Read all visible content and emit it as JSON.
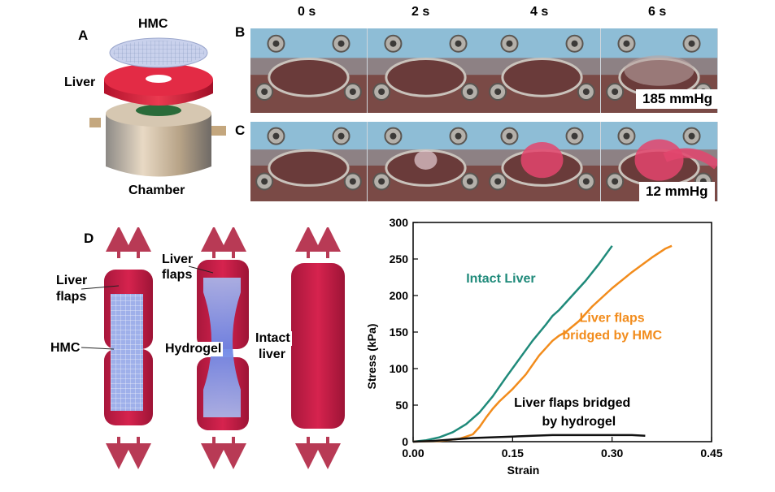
{
  "panels": {
    "a": "A",
    "b": "B",
    "c": "C",
    "d": "D"
  },
  "panel_a": {
    "hmc": "HMC",
    "liver": "Liver",
    "chamber": "Chamber"
  },
  "time_labels": [
    "0 s",
    "2 s",
    "4 s",
    "6 s"
  ],
  "pressure_b": "185 mmHg",
  "pressure_c": "12 mmHg",
  "panel_d": {
    "liver_flaps_1": "Liver",
    "liver_flaps_1b": "flaps",
    "hmc": "HMC",
    "liver_flaps_2": "Liver",
    "liver_flaps_2b": "flaps",
    "hydrogel": "Hydrogel",
    "intact_1": "Intact",
    "intact_2": "liver"
  },
  "colors": {
    "intact": "#1f8a7a",
    "hmc": "#f28c1c",
    "hydrogel": "#111111",
    "liver": "#c8234a",
    "arrow": "#b83a55"
  },
  "chart_data": {
    "type": "line",
    "xlabel": "Strain",
    "ylabel": "Stress (kPa)",
    "xlim": [
      0,
      0.45
    ],
    "ylim": [
      0,
      300
    ],
    "xticks": [
      "0.00",
      "0.15",
      "0.30",
      "0.45"
    ],
    "yticks": [
      "0",
      "50",
      "100",
      "150",
      "200",
      "250",
      "300"
    ],
    "annotations": {
      "intact": "Intact Liver",
      "hmc_1": "Liver flaps",
      "hmc_2": "bridged by HMC",
      "hydrogel_1": "Liver flaps bridged",
      "hydrogel_2": "by hydrogel"
    },
    "series": [
      {
        "key": "intact",
        "points": [
          [
            0,
            0
          ],
          [
            0.02,
            2
          ],
          [
            0.04,
            6
          ],
          [
            0.06,
            13
          ],
          [
            0.08,
            24
          ],
          [
            0.1,
            40
          ],
          [
            0.12,
            62
          ],
          [
            0.14,
            88
          ],
          [
            0.16,
            113
          ],
          [
            0.18,
            138
          ],
          [
            0.2,
            160
          ],
          [
            0.21,
            172
          ],
          [
            0.22,
            180
          ],
          [
            0.24,
            200
          ],
          [
            0.26,
            220
          ],
          [
            0.28,
            243
          ],
          [
            0.3,
            268
          ]
        ]
      },
      {
        "key": "hmc",
        "points": [
          [
            0,
            0
          ],
          [
            0.04,
            1
          ],
          [
            0.07,
            4
          ],
          [
            0.09,
            10
          ],
          [
            0.1,
            20
          ],
          [
            0.11,
            33
          ],
          [
            0.12,
            45
          ],
          [
            0.13,
            55
          ],
          [
            0.15,
            72
          ],
          [
            0.17,
            92
          ],
          [
            0.19,
            118
          ],
          [
            0.21,
            138
          ],
          [
            0.22,
            145
          ],
          [
            0.23,
            150
          ],
          [
            0.25,
            165
          ],
          [
            0.27,
            185
          ],
          [
            0.3,
            210
          ],
          [
            0.33,
            232
          ],
          [
            0.36,
            252
          ],
          [
            0.38,
            264
          ],
          [
            0.39,
            268
          ]
        ]
      },
      {
        "key": "hydrogel",
        "points": [
          [
            0,
            0
          ],
          [
            0.03,
            1
          ],
          [
            0.06,
            3
          ],
          [
            0.09,
            5
          ],
          [
            0.12,
            6
          ],
          [
            0.15,
            7
          ],
          [
            0.18,
            8
          ],
          [
            0.21,
            9
          ],
          [
            0.24,
            9
          ],
          [
            0.27,
            9
          ],
          [
            0.3,
            9
          ],
          [
            0.33,
            9
          ],
          [
            0.35,
            8
          ]
        ]
      }
    ]
  }
}
